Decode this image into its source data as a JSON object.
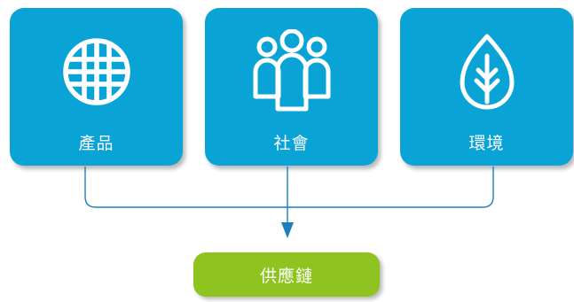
{
  "cards": [
    {
      "label": "產品",
      "icon": "globe-grid-icon"
    },
    {
      "label": "社會",
      "icon": "people-group-icon"
    },
    {
      "label": "環境",
      "icon": "leaf-icon"
    }
  ],
  "result": {
    "label": "供應鏈"
  },
  "colors": {
    "card_background": "#09a3d6",
    "result_background": "#8fc31f",
    "connector": "#1a7fc1",
    "text": "#ffffff"
  }
}
